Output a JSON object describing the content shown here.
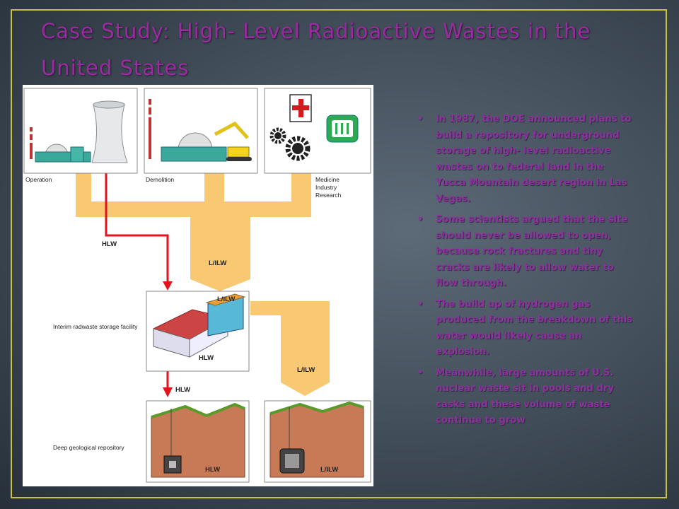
{
  "slide": {
    "title": "Case Study: High- Level Radioactive Wastes in the United States",
    "colors": {
      "title": "#9c2aa0",
      "bullet_text": "#8f2fa0",
      "frame": "#c9c13a",
      "flow_band": "#f9c873",
      "hlw_arrow": "#e3121b"
    }
  },
  "diagram": {
    "labels": {
      "operation": "Operation",
      "demolition": "Demolition",
      "medicine": "Medicine",
      "industry": "Industry",
      "research": "Research",
      "hlw_top": "HLW",
      "lilw_mid": "L/ILW",
      "lilw_storage": "L/ILW",
      "interim": "Interim radwaste storage facility",
      "hlw_storage": "HLW",
      "lilw_right": "L/ILW",
      "hlw_lower": "HLW",
      "deep": "Deep geological repository",
      "hlw_repo": "HLW",
      "lilw_repo": "L/ILW"
    },
    "icons": [
      "cooling-tower-icon",
      "reactor-dome-icon",
      "excavator-icon",
      "red-cross-icon",
      "gear-icon",
      "lab-flask-icon",
      "waste-canister-icon"
    ]
  },
  "bullets": [
    "In 1987, the DOE announced plans to build a repository for underground storage of high- level radioactive wastes on to federal land in the Yucca Mountain desert region in Las Vegas.",
    "Some scientists argued that the site should never be allowed to open, because rock fractures and tiny cracks are likely to allow water to flow through.",
    "The build up of hydrogen gas produced from the breakdown of this water would likely cause an explosion.",
    "Meanwhile, large amounts of U.S. nuclear waste sit in pools and dry casks and these volume of waste continue to grow"
  ]
}
